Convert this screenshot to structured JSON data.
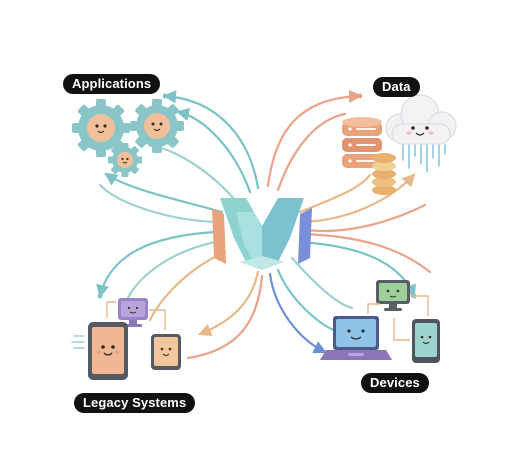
{
  "labels": {
    "applications": "Applications",
    "data": "Data",
    "devices": "Devices",
    "legacy_systems": "Legacy Systems"
  },
  "icons": {
    "center": "stylized-y-logo-icon",
    "applications": [
      "gear-icon",
      "gear-icon",
      "gear-icon"
    ],
    "data": [
      "database-icon",
      "coin-stack-icon",
      "cloud-icon"
    ],
    "devices": [
      "laptop-icon",
      "monitor-icon",
      "smartphone-icon"
    ],
    "legacy_systems": [
      "tablet-icon",
      "monitor-icon",
      "tablet-icon"
    ]
  },
  "colors": {
    "teal": "#7cc3c6",
    "salmon": "#e8a58a",
    "peach": "#e7b88a",
    "blue": "#6e8fd1",
    "purple": "#9a84c9",
    "gear": "#8ac6c8",
    "face": "#f0c09c",
    "pill": "#111111"
  }
}
